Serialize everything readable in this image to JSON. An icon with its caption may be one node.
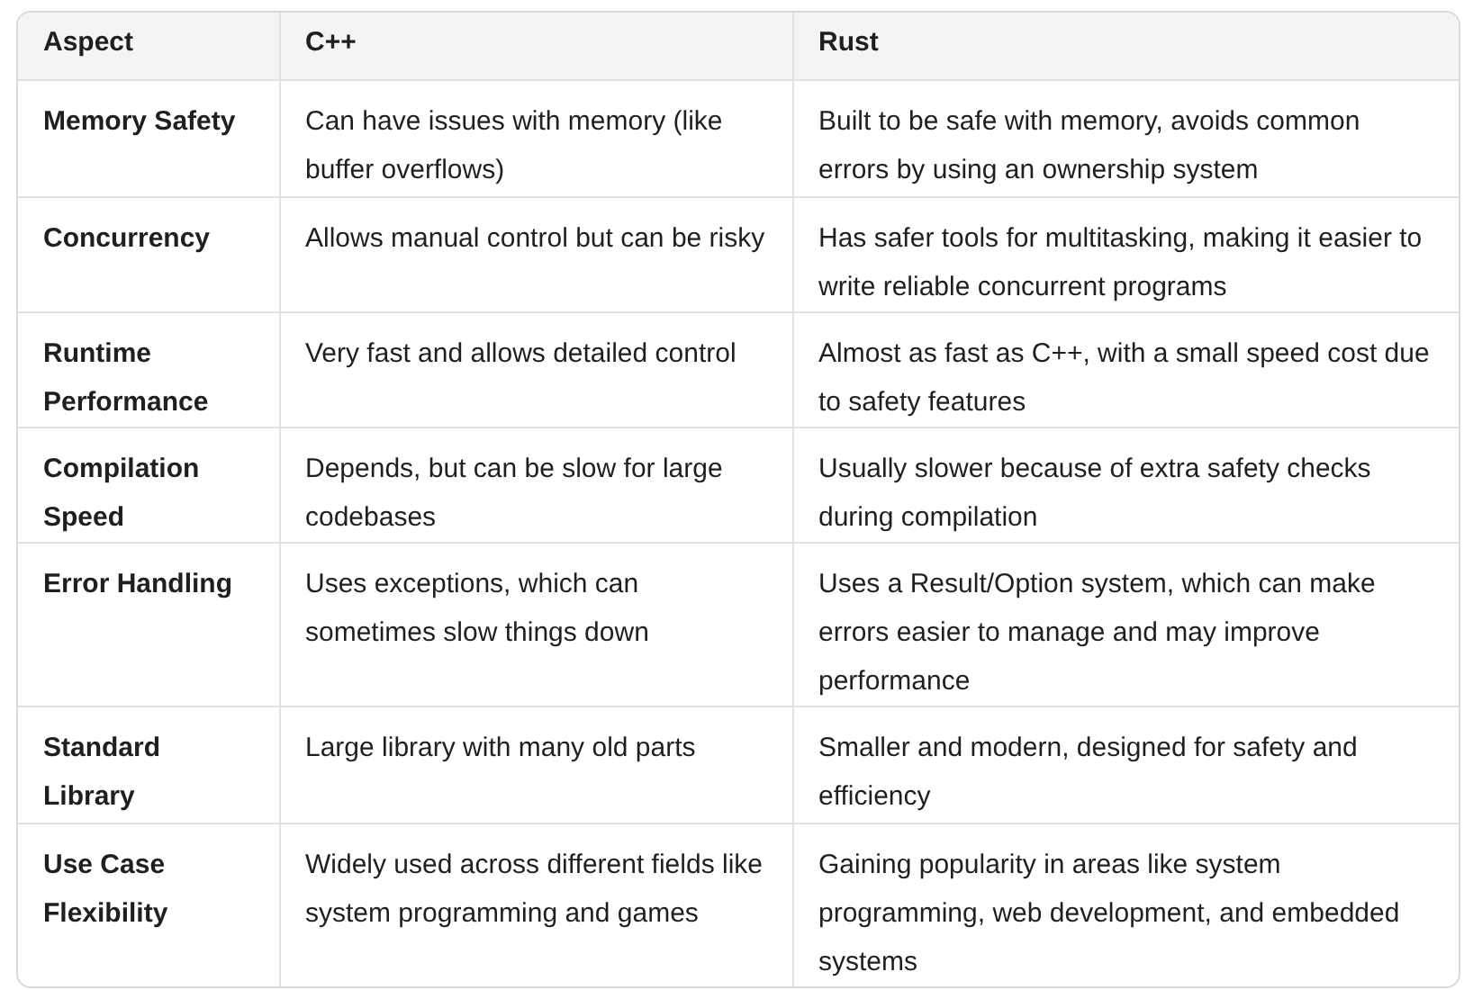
{
  "diagram": {
    "labels": [
      "Aspect",
      "C++",
      "Rust",
      "Memory Safety",
      "Can have issues with memory (like buffer overflows)",
      "Built to be safe with memory, avoids common errors by using an ownership system",
      "Concurrency",
      "Allows manual control but can be risky",
      "Has safer tools for multitasking, making it easier to write reliable concurrent programs",
      "Runtime Performance",
      "Very fast and allows detailed control",
      "Almost as fast as C++, with a small speed cost due to safety features",
      "Compilation Speed",
      "Depends, but can be slow for large codebases",
      "Usually slower because of extra safety checks during compilation",
      "Error Handling",
      "Uses exceptions, which can sometimes slow things down",
      "Uses a Result/Option system, which can make errors easier to manage and may improve performance",
      "Standard Library",
      "Large library with many old parts",
      "Smaller and modern, designed for safety and efficiency",
      "Use Case Flexibility",
      "Widely used across different fields like system programming and games",
      "Gaining popularity in areas like system programming, web development, and embedded systems"
    ]
  }
}
